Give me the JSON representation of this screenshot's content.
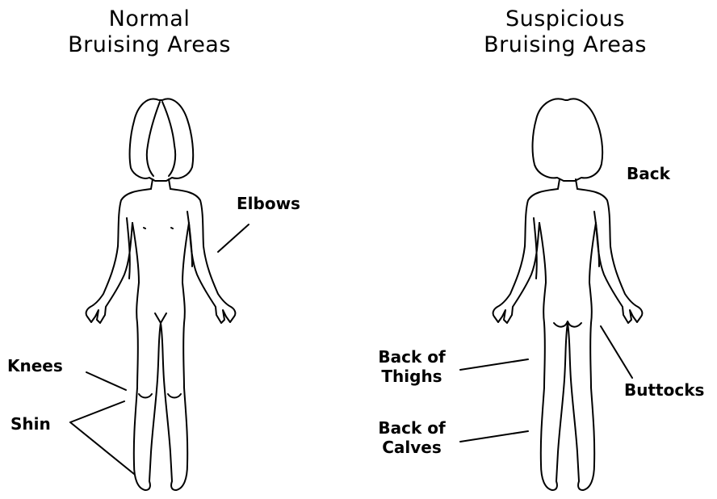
{
  "panels": [
    {
      "title_line1": "Normal",
      "title_line2": "Bruising Areas"
    },
    {
      "title_line1": "Suspicious",
      "title_line2": "Bruising Areas"
    }
  ],
  "labels": {
    "elbows": "Elbows",
    "knees": "Knees",
    "shin": "Shin",
    "back": "Back",
    "back_of_thighs_line1": "Back of",
    "back_of_thighs_line2": "Thighs",
    "buttocks": "Buttocks",
    "back_of_calves_line1": "Back of",
    "back_of_calves_line2": "Calves"
  }
}
